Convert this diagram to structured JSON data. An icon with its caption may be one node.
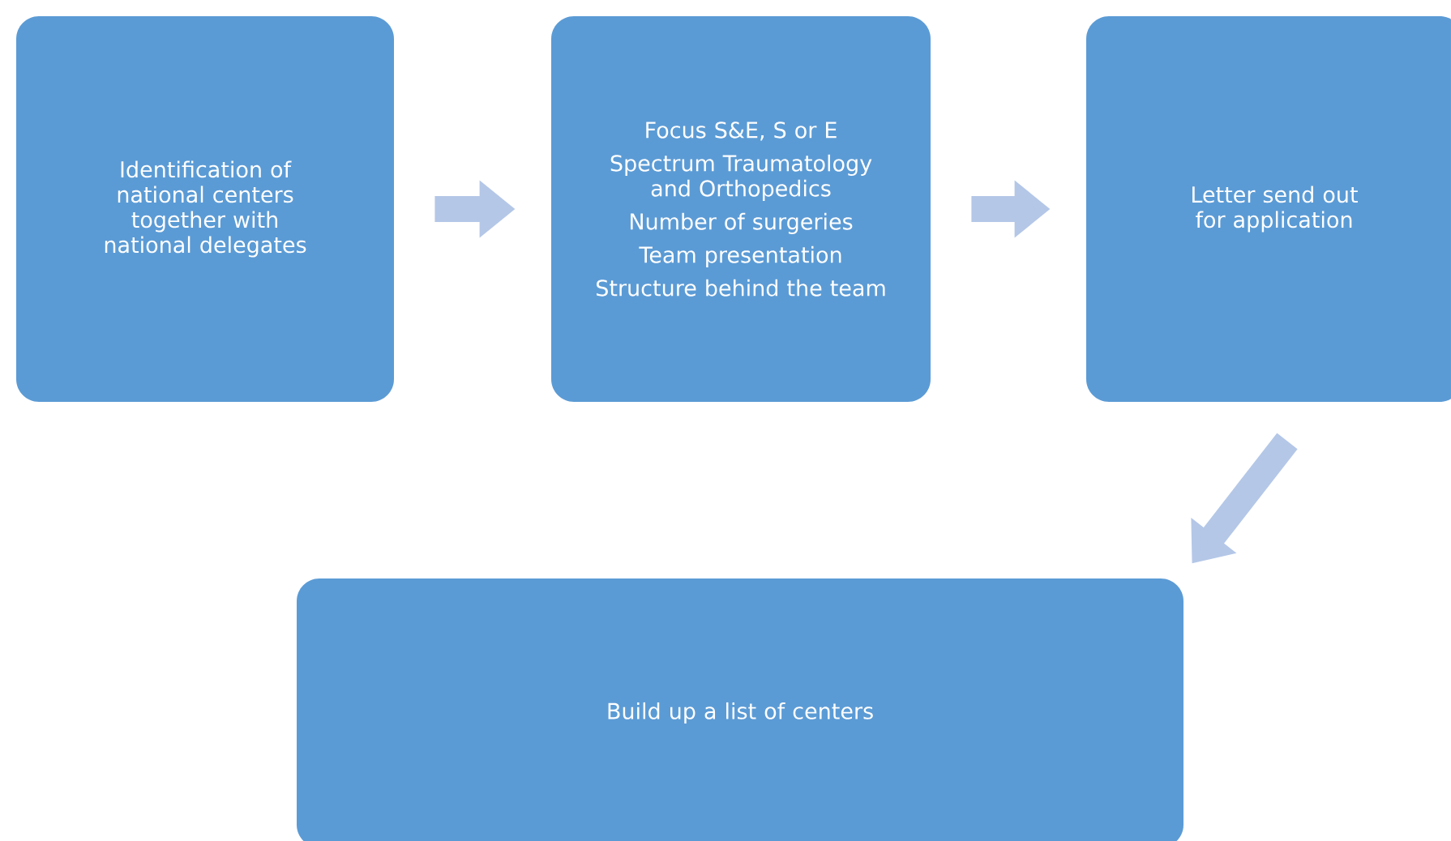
{
  "diagram": {
    "nodes": [
      {
        "text": [
          "Identification of national centers together with national delegates"
        ]
      },
      {
        "text": [
          "Focus S&E, S or E",
          "Spectrum Traumatology and Orthopedics",
          "Number of surgeries",
          "Team presentation",
          "Structure behind the team"
        ]
      },
      {
        "text": [
          "Letter send out for application"
        ]
      },
      {
        "text": [
          "Build up a list of centers"
        ]
      }
    ],
    "edges": [
      {
        "from": 0,
        "to": 1,
        "arrow": "to"
      },
      {
        "from": 1,
        "to": 2,
        "arrow": "to"
      },
      {
        "from": 2,
        "to": 3,
        "arrow": "to"
      }
    ]
  }
}
